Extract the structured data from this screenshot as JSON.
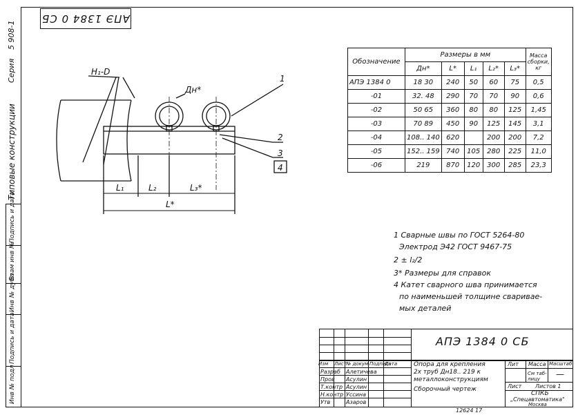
{
  "stamp_top": "АПЭ 1384 0 СБ",
  "left_column": {
    "series_label": "Серия",
    "series_value": "5 908-1",
    "doc_type": "Типовые конструкции",
    "cells": [
      "Подпись и дата",
      "Взам инв №",
      "Инв № дубл",
      "Подпись и дата",
      "Инв № подл"
    ]
  },
  "drawing": {
    "callouts": {
      "h1d": "H₁-D",
      "dn": "Дн*",
      "n1": "1",
      "n2": "2",
      "n3": "3",
      "n4": "4"
    },
    "dims": {
      "l1": "L₁",
      "l2": "L₂",
      "l3": "L₃*",
      "l": "L*"
    }
  },
  "table": {
    "col_designation": "Обозначение",
    "group_header": "Размеры в мм",
    "col_mass": "Масса сборки, кг",
    "subheaders": [
      "Дн*",
      "L*",
      "L₁",
      "L₂*",
      "L₃*"
    ],
    "rows": [
      {
        "designation": "АПЭ 1384 0",
        "dn": "18  30",
        "l": "240",
        "l1": "50",
        "l2": "60",
        "l3": "75",
        "mass": "0,5"
      },
      {
        "designation": "-01",
        "dn": "32.  48",
        "l": "290",
        "l1": "70",
        "l2": "70",
        "l3": "90",
        "mass": "0,6"
      },
      {
        "designation": "-02",
        "dn": "50  65",
        "l": "360",
        "l1": "80",
        "l2": "80",
        "l3": "125",
        "mass": "1,45"
      },
      {
        "designation": "-03",
        "dn": "70  89",
        "l": "450",
        "l1": "90",
        "l2": "125",
        "l3": "145",
        "mass": "3,1"
      },
      {
        "designation": "-04",
        "dn": "108.. 140",
        "l": "620",
        "l1": "",
        "l2": "200",
        "l3": "200",
        "mass": "7,2"
      },
      {
        "designation": "-05",
        "dn": "152.. 159",
        "l": "740",
        "l1": "105",
        "l2": "280",
        "l3": "225",
        "mass": "11,0"
      },
      {
        "designation": "-06",
        "dn": "219",
        "l": "870",
        "l1": "120",
        "l2": "300",
        "l3": "285",
        "mass": "23,3"
      }
    ]
  },
  "notes": [
    "1 Сварные швы по ГОСТ 5264-80",
    "Электрод Э42 ГОСТ 9467-75",
    "2  ± l₂/2",
    "3* Размеры для справок",
    "4 Катет сварного шва принимается",
    "по наименьшей толщине свариваe-",
    "мых деталей"
  ],
  "title_block": {
    "code": "АПЭ 1384 0 СБ",
    "name_lines": [
      "Опора для крепления",
      "2х труб Дн18.. 219 к",
      "металлоконструкциям",
      "Сборочный чертеж"
    ],
    "hdr": [
      "Изм",
      "Лист",
      "№ докум",
      "Подпись",
      "Дата"
    ],
    "people": [
      {
        "role": "Разраб",
        "name": "Алетичева"
      },
      {
        "role": "Пров",
        "name": "Асулин"
      },
      {
        "role": "Т.контр",
        "name": "Асулин"
      },
      {
        "role": "Н.контр",
        "name": "Уссина"
      },
      {
        "role": "Утв",
        "name": "Азаров"
      }
    ],
    "lit_label": "Лит",
    "mass_label": "Масса",
    "scale_label": "Масштаб",
    "mass_value": "См таб-лицу",
    "scale_value": "—",
    "sheet_label": "Лист",
    "sheets_label": "Листов 1",
    "org": [
      "СПКБ",
      "„Спецавтоматика\"",
      "Москва"
    ],
    "footer": "12624  17"
  }
}
